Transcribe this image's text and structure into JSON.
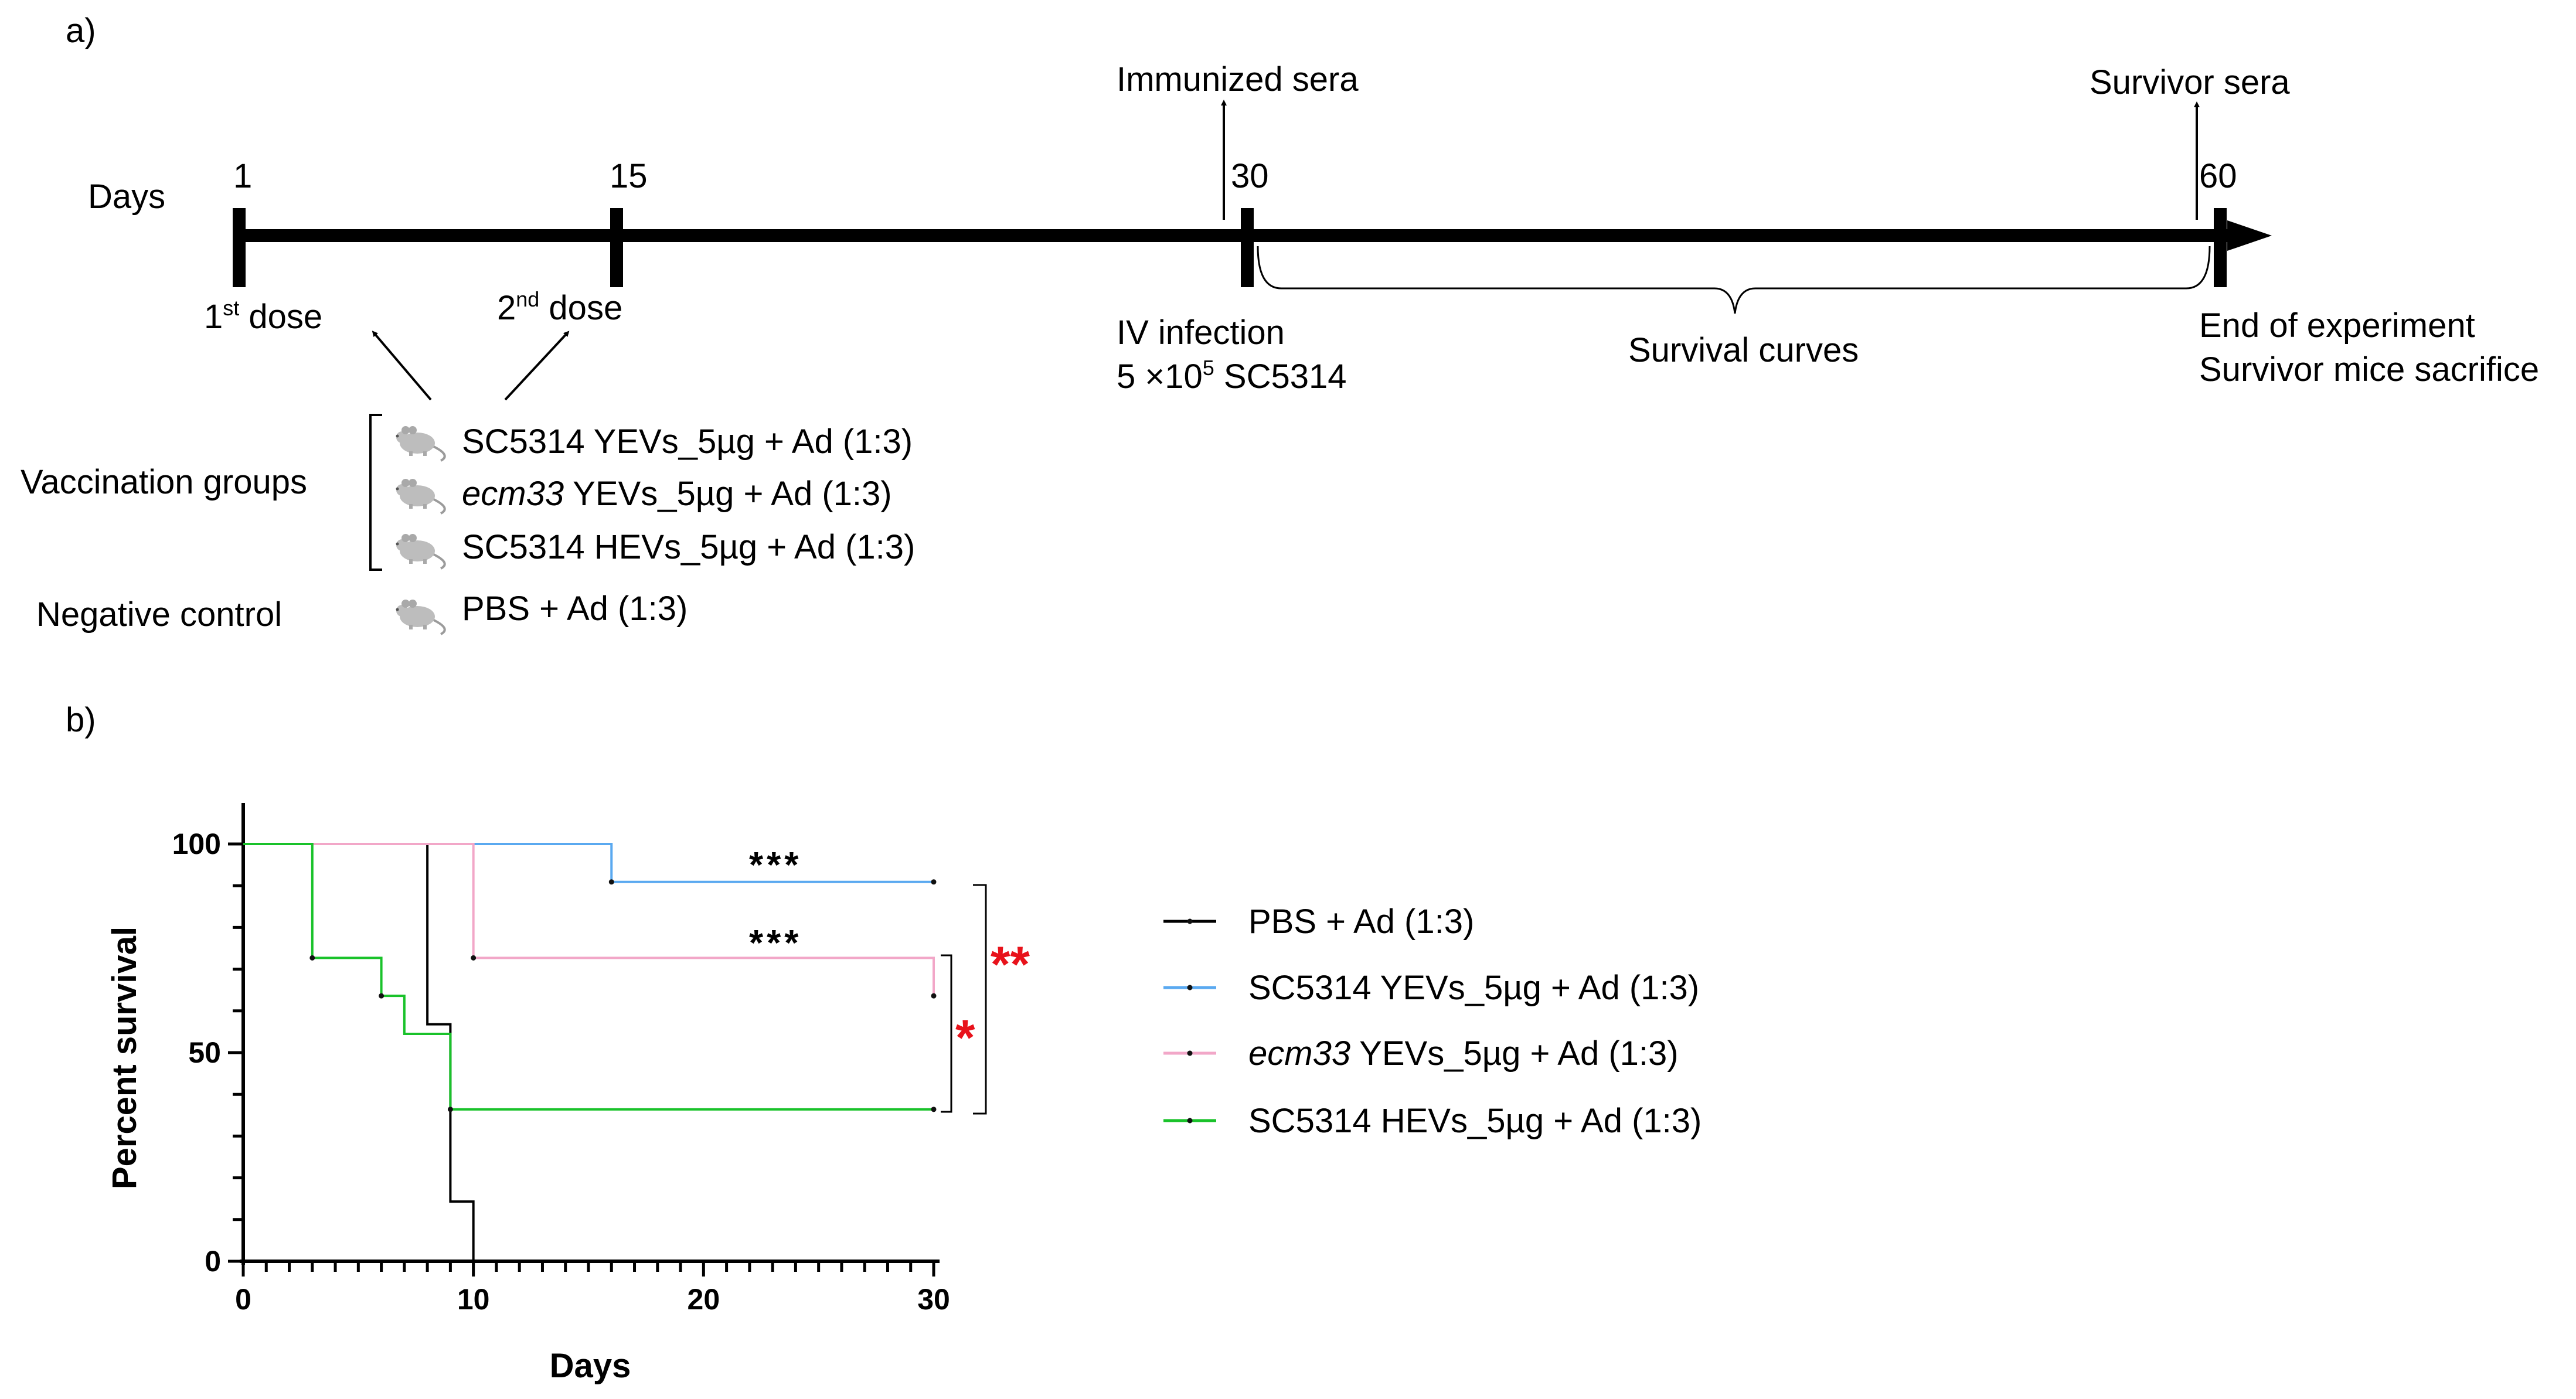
{
  "panel_a": {
    "label": "a)",
    "days_label": "Days",
    "ticks": [
      {
        "day": "1"
      },
      {
        "day": "15"
      },
      {
        "day": "30"
      },
      {
        "day": "60"
      }
    ],
    "dose1": {
      "pre": "1",
      "sup": "st",
      "post": " dose"
    },
    "dose2": {
      "pre": "2",
      "sup": "nd",
      "post": " dose"
    },
    "immunized_sera": "Immunized sera",
    "survivor_sera": "Survivor sera",
    "infection_line1": "IV infection",
    "infection_line2": {
      "pre": "5 ×10",
      "sup": "5",
      "post": " SC5314"
    },
    "survival_curves": "Survival curves",
    "end_line1": "End of experiment",
    "end_line2": "Survivor mice sacrifice",
    "vaccination_groups_label": "Vaccination groups",
    "negative_control_label": "Negative control",
    "groups": [
      {
        "italic": "",
        "text": "SC5314 YEVs_5µg + Ad (1:3)"
      },
      {
        "italic": "ecm33",
        "text": " YEVs_5µg + Ad (1:3)"
      },
      {
        "italic": "",
        "text": "SC5314 HEVs_5µg + Ad (1:3)"
      }
    ],
    "negative_group": "PBS + Ad (1:3)",
    "icon": "mouse-icon"
  },
  "panel_b": {
    "label": "b)",
    "significance": {
      "blue_vs_pbs": "***",
      "pink_vs_pbs": "***",
      "pink_vs_green": "*",
      "blue_vs_green": "**"
    },
    "colors": {
      "pbs": "#000000",
      "yevs": "#5aa9f0",
      "ecm33": "#f2a7c8",
      "hevs": "#19c22a",
      "significance_red": "#e8121b"
    }
  },
  "chart_data": {
    "type": "line",
    "xlabel": "Days",
    "ylabel": "Percent survival",
    "xlim": [
      0,
      30
    ],
    "ylim": [
      0,
      100
    ],
    "xticks": [
      0,
      10,
      20,
      30
    ],
    "yticks": [
      0,
      50,
      100
    ],
    "step": true,
    "series": [
      {
        "name": "PBS + Ad (1:3)",
        "name_italic": "",
        "color": "#000000",
        "points": [
          [
            0,
            100
          ],
          [
            8,
            100
          ],
          [
            8,
            56.8
          ],
          [
            9,
            56.8
          ],
          [
            9,
            14.3
          ],
          [
            10,
            14.3
          ],
          [
            10,
            0
          ]
        ],
        "censor": []
      },
      {
        "name": "SC5314 YEVs_5µg + Ad (1:3)",
        "name_italic": "",
        "color": "#5aa9f0",
        "points": [
          [
            0,
            100
          ],
          [
            16,
            100
          ],
          [
            16,
            90.9
          ],
          [
            30,
            90.9
          ]
        ],
        "censor": [
          [
            16,
            90.9
          ],
          [
            30,
            90.9
          ]
        ]
      },
      {
        "name": " YEVs_5µg + Ad (1:3)",
        "name_italic": "ecm33",
        "color": "#f2a7c8",
        "points": [
          [
            0,
            100
          ],
          [
            10,
            100
          ],
          [
            10,
            72.7
          ],
          [
            30,
            72.7
          ],
          [
            30,
            63.6
          ]
        ],
        "censor": [
          [
            10,
            72.7
          ],
          [
            30,
            63.6
          ]
        ]
      },
      {
        "name": "SC5314 HEVs_5µg + Ad (1:3)",
        "name_italic": "",
        "color": "#19c22a",
        "points": [
          [
            0,
            100
          ],
          [
            3,
            100
          ],
          [
            3,
            72.7
          ],
          [
            6,
            72.7
          ],
          [
            6,
            63.6
          ],
          [
            7,
            63.6
          ],
          [
            7,
            54.5
          ],
          [
            9,
            54.5
          ],
          [
            9,
            36.4
          ],
          [
            30,
            36.4
          ]
        ],
        "censor": [
          [
            3,
            72.7
          ],
          [
            6,
            63.6
          ],
          [
            9,
            36.4
          ],
          [
            30,
            36.4
          ]
        ]
      }
    ]
  }
}
